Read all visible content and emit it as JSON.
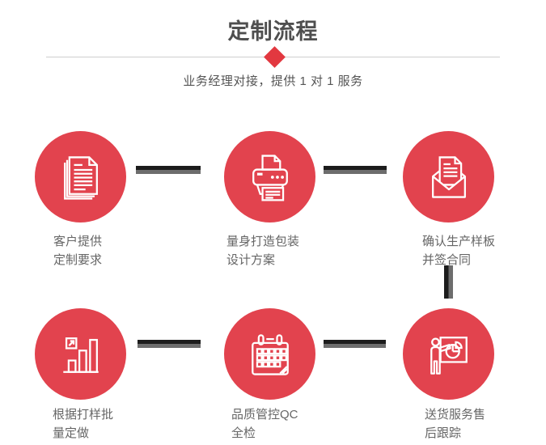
{
  "header": {
    "title": "定制流程",
    "subtitle": "业务经理对接，提供 1 对 1 服务"
  },
  "colors": {
    "circle_red": "#e2434e",
    "diamond_red": "#e23840",
    "title_gray": "#4f4f4f",
    "subtitle_gray": "#555555",
    "label_gray": "#666666",
    "divider_gray": "#cfcfcf",
    "connector_dark": "#1c1c1c",
    "connector_light": "#6d6d6d",
    "icon_stroke": "#ffffff"
  },
  "steps": [
    {
      "icon": "documents-icon",
      "label_line1": "客户提供",
      "label_line2": "定制要求"
    },
    {
      "icon": "printer-icon",
      "label_line1": "量身打造包装",
      "label_line2": "设计方案"
    },
    {
      "icon": "envelope-icon",
      "label_line1": "确认生产样板",
      "label_line2": "并签合同"
    },
    {
      "icon": "bar-chart-icon",
      "label_line1": "根据打样批",
      "label_line2": "量定做"
    },
    {
      "icon": "calendar-icon",
      "label_line1": "品质管控QC",
      "label_line2": "全检"
    },
    {
      "icon": "presentation-icon",
      "label_line1": "送货服务售",
      "label_line2": "后跟踪"
    }
  ]
}
